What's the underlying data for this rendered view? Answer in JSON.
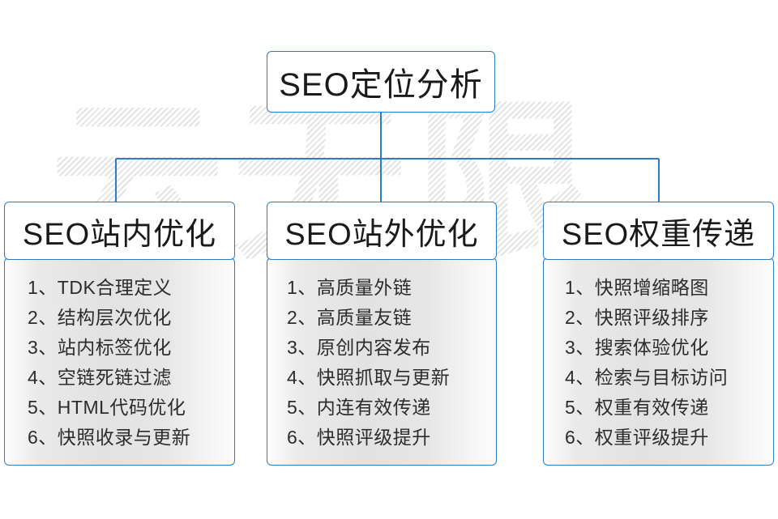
{
  "watermark": {
    "text": "云无限"
  },
  "diagram": {
    "type": "hierarchy-tree",
    "accent_color": "#2b7cc4",
    "background_color": "#ffffff",
    "root": {
      "label": "SEO定位分析"
    },
    "branches": [
      {
        "title": "SEO站内优化",
        "items": [
          "1、TDK合理定义",
          "2、结构层次优化",
          "3、站内标签优化",
          "4、空链死链过滤",
          "5、HTML代码优化",
          "6、快照收录与更新"
        ]
      },
      {
        "title": "SEO站外优化",
        "items": [
          "1、高质量外链",
          "2、高质量友链",
          "3、原创内容发布",
          "4、快照抓取与更新",
          "5、内连有效传递",
          "6、快照评级提升"
        ]
      },
      {
        "title": "SEO权重传递",
        "items": [
          "1、快照增缩略图",
          "2、快照评级排序",
          "3、搜索体验优化",
          "4、检索与目标访问",
          "5、权重有效传递",
          "6、权重评级提升"
        ]
      }
    ]
  }
}
